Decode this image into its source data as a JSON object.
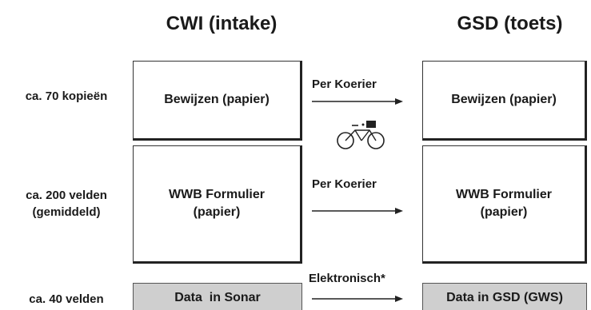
{
  "columns": {
    "left_title": "CWI (intake)",
    "right_title": "GSD (toets)"
  },
  "rows": [
    {
      "label": "ca. 70 kopieën",
      "left_box": "Bewijzen (papier)",
      "connector": "Per Koerier",
      "right_box": "Bewijzen (papier)"
    },
    {
      "label": "ca. 200 velden\n(gemiddeld)",
      "left_box": "WWB Formulier\n(papier)",
      "connector": "Per Koerier",
      "right_box": "WWB Formulier\n(papier)"
    },
    {
      "label": "ca. 40 velden",
      "left_box": "Data  in Sonar",
      "connector": "Elektronisch*",
      "right_box": "Data in GSD (GWS)"
    }
  ],
  "icons": {
    "courier": "bicycle-icon",
    "arrow": "arrow-right-icon"
  },
  "colors": {
    "filled_box": "#cfcfcf",
    "border": "#333333"
  }
}
